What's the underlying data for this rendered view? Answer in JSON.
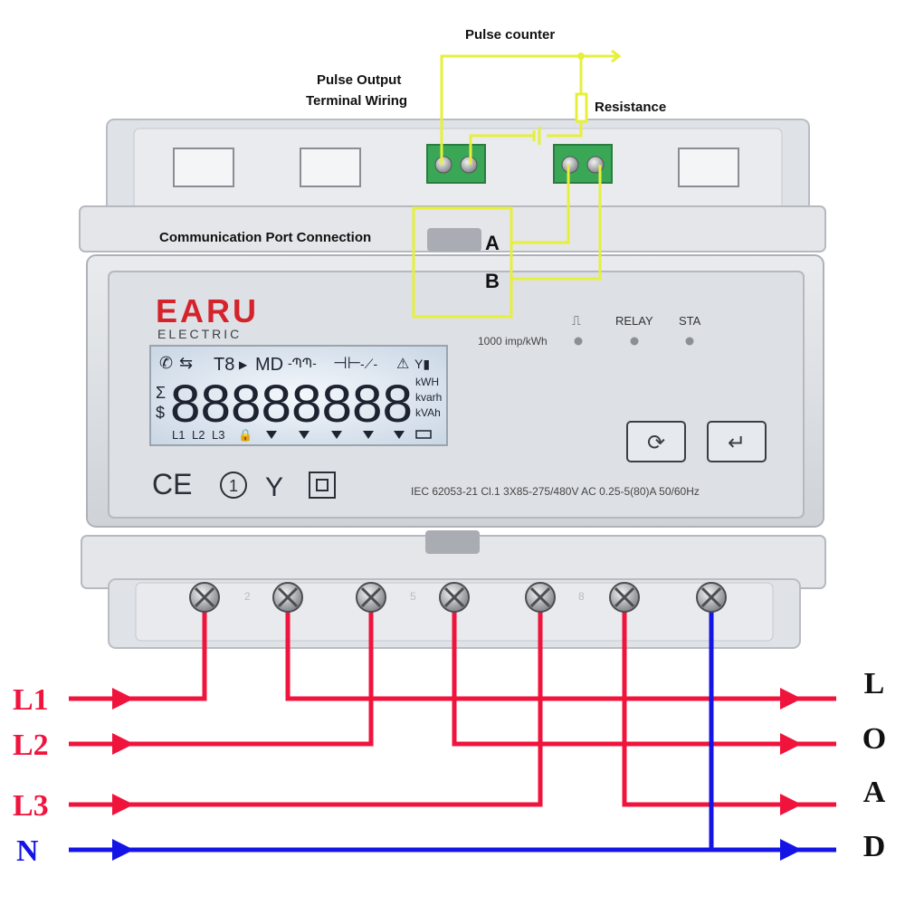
{
  "annotations": {
    "pulse_counter": "Pulse counter",
    "pulse_output_line1": "Pulse Output",
    "pulse_output_line2": "Terminal Wiring",
    "resistance": "Resistance",
    "comm_port": "Communication Port Connection",
    "terminal_a": "A",
    "terminal_b": "B"
  },
  "meter": {
    "brand": "EARU",
    "brand_sub": "ELECTRIC",
    "pulse_constant": "1000 imp/kWh",
    "led_labels": [
      "⎍",
      "RELAY",
      "STA"
    ],
    "spec_line": "IEC 62053-21   Cl.1   3X85-275/480V AC   0.25-5(80)A   50/60Hz",
    "lcd": {
      "top_row_t8": "T8",
      "top_row_md": "MD",
      "digits": "88888888",
      "unit1": "kWH",
      "unit2": "kvarh",
      "unit3": "kVAh",
      "prefix_sigma": "Σ",
      "prefix_dollar": "$",
      "phase_l1": "L1",
      "phase_l2": "L2",
      "phase_l3": "L3"
    },
    "cert_mark": "CE",
    "class_mark": "1",
    "terminal_numbers": [
      "2",
      "5",
      "8"
    ]
  },
  "lines": {
    "inputs": [
      "L1",
      "L2",
      "L3",
      "N"
    ],
    "load": [
      "L",
      "O",
      "A",
      "D"
    ]
  },
  "colors": {
    "phase": "#f0143c",
    "neutral": "#1414e6",
    "signal": "#e6f03c",
    "terminal_green": "#3aa757",
    "lcd_bg": "#e4ecf4",
    "housing": "#dcdfe3"
  }
}
